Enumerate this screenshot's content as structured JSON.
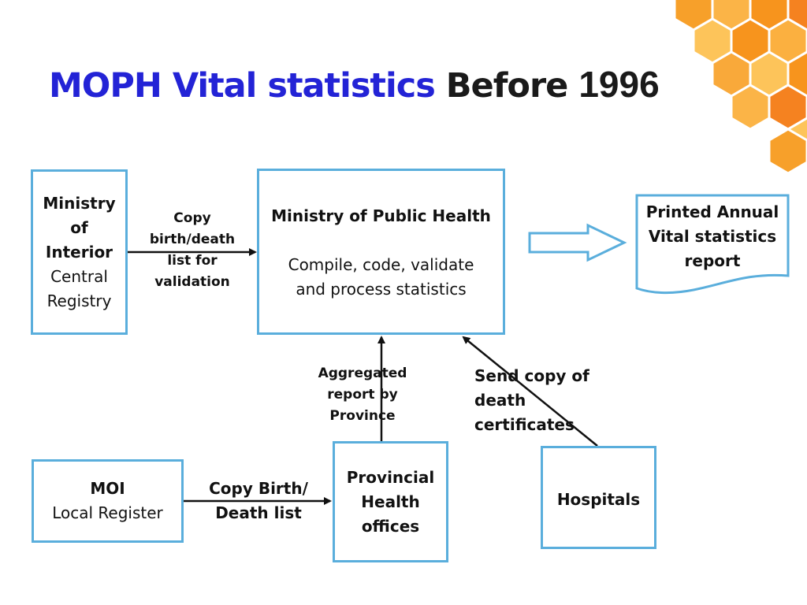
{
  "title": {
    "part1": "MOPH Vital statistics",
    "part2": "Before",
    "year": "1996"
  },
  "nodes": {
    "interior": {
      "line1": "Ministry",
      "line2": "of",
      "line3": "Interior",
      "line4": "Central",
      "line5": "Registry"
    },
    "moph": {
      "name": "Ministry of Public Health",
      "line1": "Compile, code, validate",
      "line2": "and process statistics"
    },
    "report": {
      "line1": "Printed Annual",
      "line2": "Vital statistics",
      "line3": "report"
    },
    "moi_local": {
      "line1": "MOI",
      "line2": "Local Register"
    },
    "provincial": {
      "line1": "Provincial",
      "line2": "Health",
      "line3": "offices"
    },
    "hospitals": {
      "label": "Hospitals"
    }
  },
  "edges": {
    "copy_validation": {
      "line1": "Copy",
      "line2": "birth/death",
      "line3": "list for",
      "line4": "validation"
    },
    "aggregated": {
      "line1": "Aggregated",
      "line2": "report by",
      "line3": "Province"
    },
    "send_copy": {
      "line1": "Send copy of",
      "line2": "death",
      "line3": "certificates"
    },
    "copy_birth_death": {
      "line1": "Copy Birth/",
      "line2": "Death list"
    }
  },
  "colors": {
    "title_blue": "#2323d6",
    "box_border": "#5aaedc",
    "honeycomb": [
      "#f7941d",
      "#fbb040",
      "#fdc45a",
      "#f58220"
    ]
  }
}
